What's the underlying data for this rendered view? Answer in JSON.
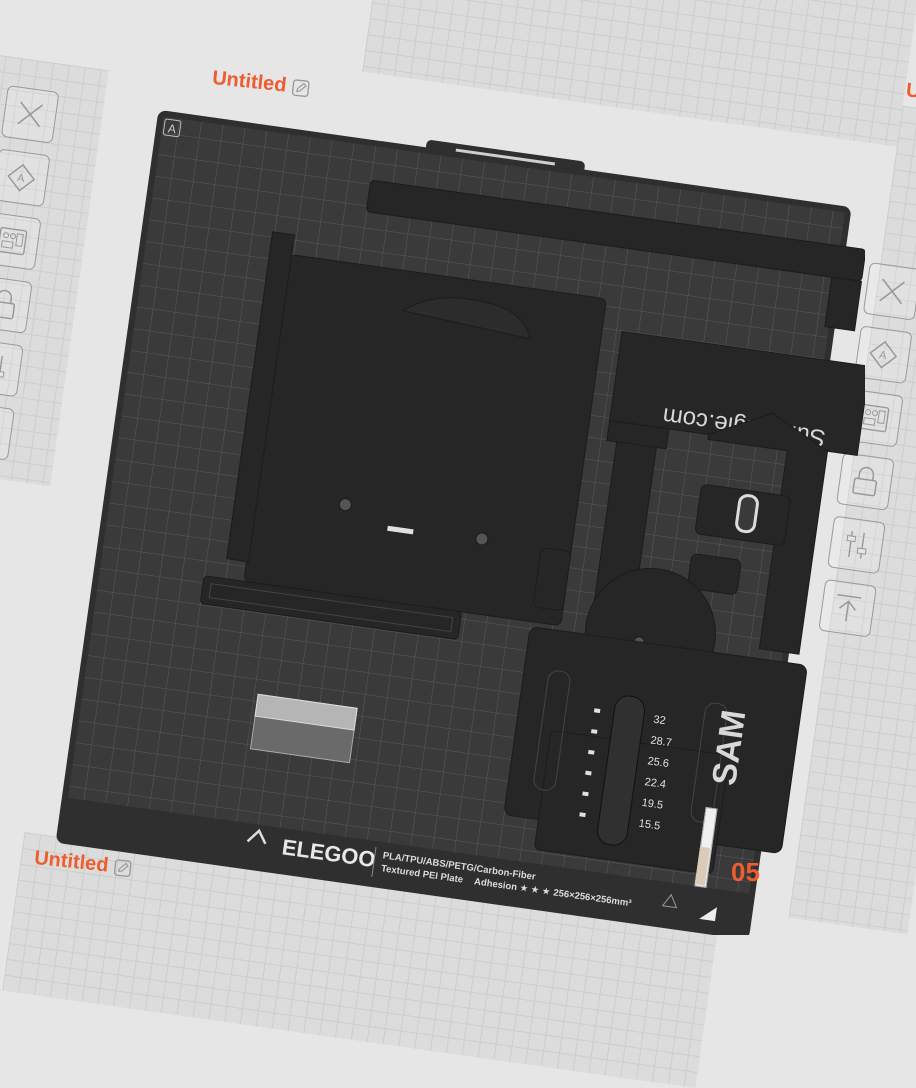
{
  "plates": [
    {
      "title": "Untitled"
    },
    {
      "title": "Untitled"
    },
    {
      "title": "U"
    }
  ],
  "plate_number": "05",
  "plate_letter": "A",
  "bed": {
    "brand": "ELEGOO",
    "materials": "PLA/TPU/ABS/PETG/Carbon-Fiber",
    "plate_type": "Textured PEI Plate",
    "adhesion_label": "Adhesion",
    "adhesion_stars": "★ ★ ★",
    "dimensions": "256×256×256mm³"
  },
  "model": {
    "engraved_text": "SureAngle.com",
    "logo_text": "SAM",
    "scale_values": [
      "32",
      "28.7",
      "25.6",
      "22.4",
      "19.5",
      "15.5"
    ]
  },
  "toolbar": {
    "tools": [
      {
        "name": "delete",
        "icon": "close-icon"
      },
      {
        "name": "auto-orient",
        "icon": "auto-orient-icon"
      },
      {
        "name": "arrange",
        "icon": "arrange-icon"
      },
      {
        "name": "lock",
        "icon": "lock-icon"
      },
      {
        "name": "settings",
        "icon": "sliders-icon"
      },
      {
        "name": "move-to-top",
        "icon": "arrow-up-icon"
      }
    ]
  },
  "colors": {
    "accent": "#ee5c2f",
    "bed": "#3a3a3a",
    "grid": "#555555",
    "model": "#262626"
  }
}
